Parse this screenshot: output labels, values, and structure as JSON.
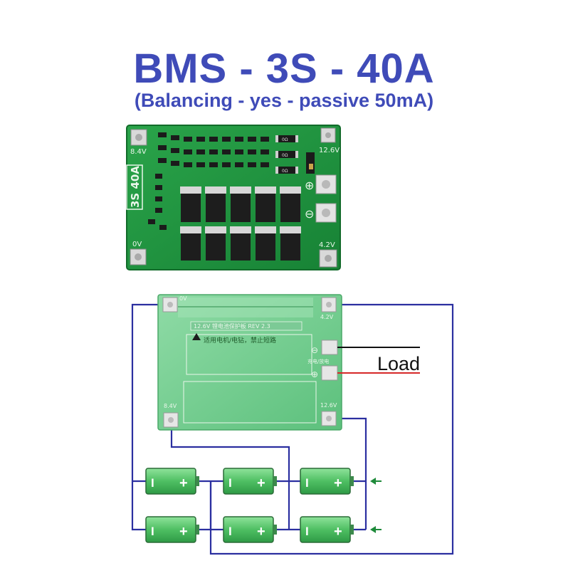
{
  "title": "BMS - 3S - 40A",
  "subtitle": "(Balancing - yes - passive 50mA)",
  "top_board": {
    "model_label": "3S 40A",
    "pad_labels": [
      "8.4V",
      "12.6V",
      "0V",
      "4.2V"
    ],
    "resistor_label": "0Ω",
    "polarity": [
      "⊕",
      "⊖"
    ]
  },
  "bottom_board": {
    "pad_labels": [
      "0V",
      "4.2V",
      "8.4V",
      "12.6V"
    ],
    "header_label": "12.6V 锂电池保护板 REV 2.3",
    "warning_label": "适用电机/电钻，禁止短路",
    "port_label": "充电/放电",
    "polarity": [
      "⊖",
      "⊕"
    ]
  },
  "load_label": "Load",
  "batteries": {
    "count": 6,
    "terminal_minus": "I",
    "terminal_plus": "+"
  },
  "colors": {
    "title": "#3f4bb8",
    "pcb": "#1f8c3c",
    "pcb_light": "#7fd09a",
    "wire": "#2b2fa0",
    "battery": "#56c46a",
    "load_wire_black": "#111111",
    "load_wire_red": "#d62828"
  }
}
